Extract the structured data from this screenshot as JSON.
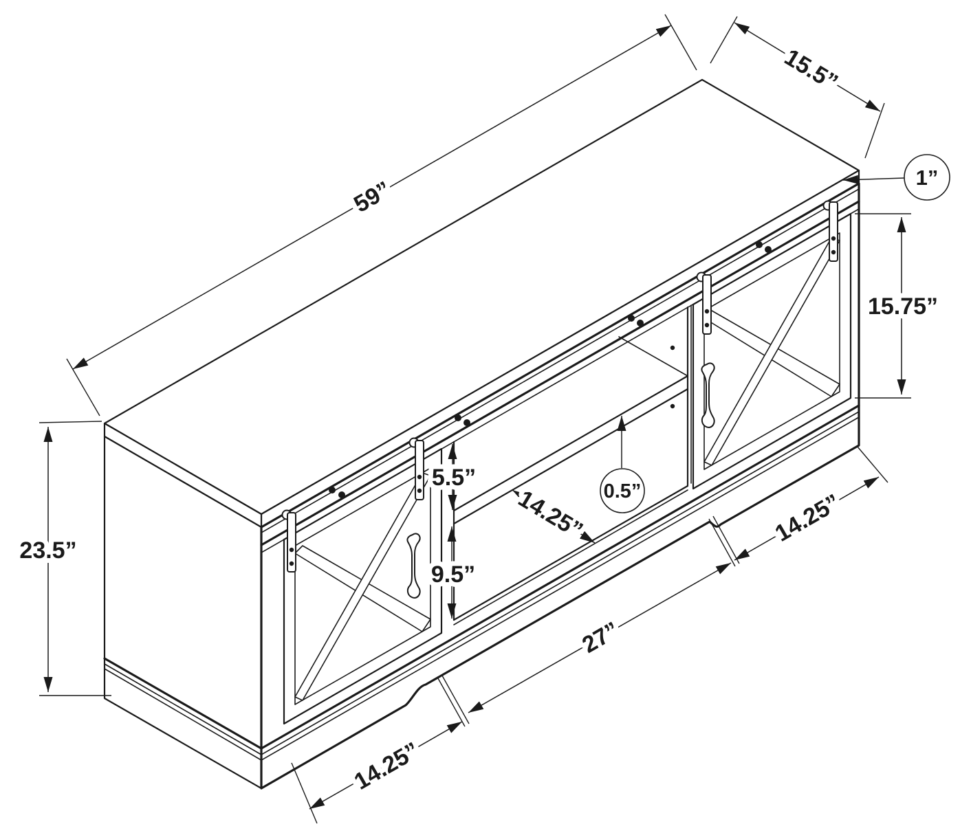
{
  "dims": {
    "width": "59”",
    "depth": "15.5”",
    "top_thickness": "1”",
    "door_height": "15.75”",
    "height": "23.5”",
    "upper_opening_height": "5.5”",
    "lower_opening_height": "9.5”",
    "shelf_depth": "14.25”",
    "shelf_thickness": "0.5”",
    "center_section_width": "27”",
    "left_section_width": "14.25”",
    "right_section_width": "14.25”"
  }
}
